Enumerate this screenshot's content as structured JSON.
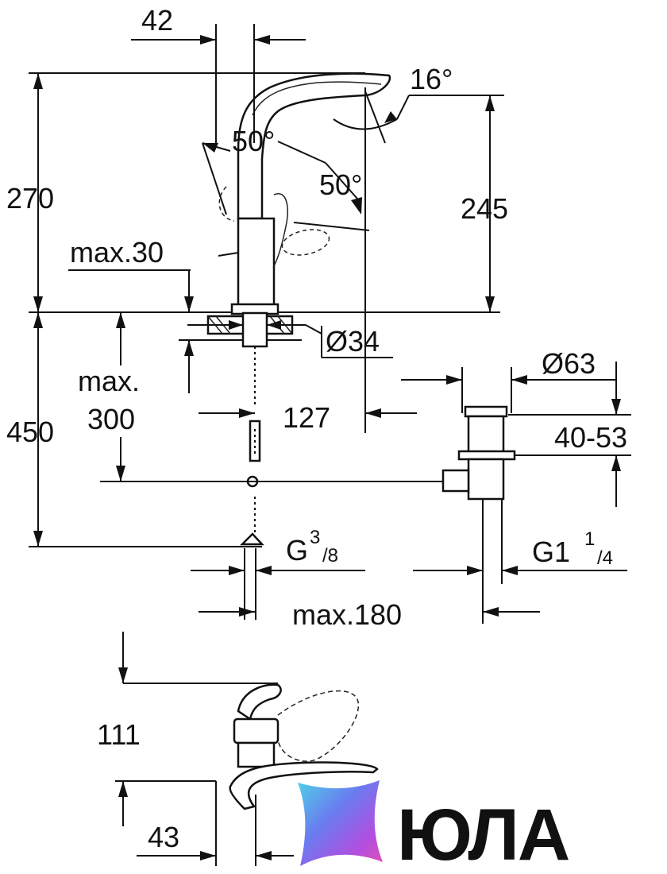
{
  "dimensions": {
    "width_top": "42",
    "angle_spout": "16°",
    "angle_left": "50°",
    "angle_right": "50°",
    "height_total": "270",
    "height_spout": "245",
    "deck_thickness": "max.30",
    "hole_diameter": "Ø34",
    "drain_diameter": "Ø63",
    "hose_max_line1": "max.",
    "hose_max_line2": "300",
    "spout_reach": "127",
    "drain_height": "40-53",
    "below_height": "450",
    "connection": "G",
    "connection_sup": "3",
    "connection_sub": "/8",
    "drain_thread": "G1",
    "drain_thread_sup": "1",
    "drain_thread_sub": "/4",
    "drain_offset": "max.180",
    "side_height": "111",
    "side_depth": "43"
  },
  "logo": {
    "text": "ЮЛА",
    "colors": [
      "#4fd1e8",
      "#6a7cf0",
      "#b04fe0",
      "#e04fb8"
    ]
  }
}
